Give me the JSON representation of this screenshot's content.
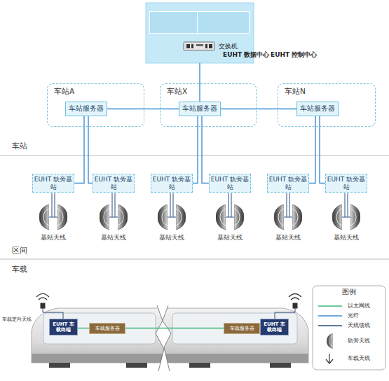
{
  "diagram": {
    "nodes": [
      {
        "text": [
          "交换机"
        ]
      },
      {
        "text": [
          "EUHT 数据中心"
        ],
        "in": 0
      },
      {
        "text": [
          "EUHT 控制中心"
        ],
        "in": 0
      },
      {
        "text": [
          "车站A"
        ]
      },
      {
        "text": [
          "车站服务器"
        ],
        "in": 3
      },
      {
        "text": [
          "车站X"
        ]
      },
      {
        "text": [
          "车站服务器"
        ],
        "in": 5
      },
      {
        "text": [
          "车站N"
        ]
      },
      {
        "text": [
          "车站服务器"
        ],
        "in": 7
      },
      {
        "text": [
          "EUHT 轨旁基站"
        ]
      },
      {
        "text": [
          "EUHT 轨旁基站"
        ]
      },
      {
        "text": [
          "EUHT 轨旁基站"
        ]
      },
      {
        "text": [
          "EUHT 轨旁基站"
        ]
      },
      {
        "text": [
          "EUHT 轨旁基站"
        ]
      },
      {
        "text": [
          "EUHT 轨旁基站"
        ]
      },
      {
        "text": [
          "EUHT 车载终端"
        ]
      },
      {
        "text": [
          "车载服务器"
        ]
      },
      {
        "text": [
          "车载服务器"
        ]
      },
      {
        "text": [
          "EUHT 车载终端"
        ]
      }
    ],
    "edges": [
      {
        "from": 0,
        "to": 6,
        "arrow": "none"
      },
      {
        "from": 4,
        "to": 6,
        "arrow": "none"
      },
      {
        "from": 6,
        "to": 8,
        "arrow": "none"
      },
      {
        "from": 4,
        "to": 9,
        "arrow": "none"
      },
      {
        "from": 4,
        "to": 10,
        "arrow": "none"
      },
      {
        "from": 6,
        "to": 11,
        "arrow": "none"
      },
      {
        "from": 6,
        "to": 12,
        "arrow": "none"
      },
      {
        "from": 8,
        "to": 13,
        "arrow": "none"
      },
      {
        "from": 8,
        "to": 14,
        "arrow": "none"
      },
      {
        "from": 15,
        "to": 16,
        "arrow": "none"
      },
      {
        "from": 16,
        "to": 17,
        "arrow": "none"
      },
      {
        "from": 17,
        "to": 18,
        "arrow": "none"
      }
    ],
    "labels": [
      "车站",
      "区间",
      "车载",
      "基站天线",
      "基站天线",
      "基站天线",
      "基站天线",
      "基站天线",
      "基站天线",
      "车载定向天线",
      "图例"
    ],
    "legend": [
      {
        "text": "以太网线"
      },
      {
        "text": "光纤"
      },
      {
        "text": "天线馈线"
      },
      {
        "text": "轨旁天线"
      },
      {
        "text": "车载天线"
      }
    ]
  }
}
